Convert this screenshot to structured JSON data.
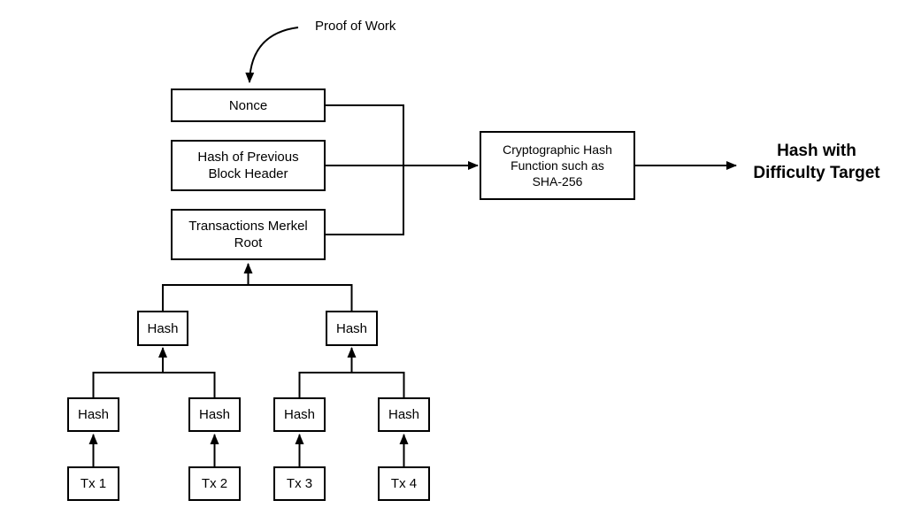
{
  "diagram": {
    "pow_label": "Proof of Work",
    "nonce": {
      "label": "Nonce"
    },
    "prev_hash": {
      "line1": "Hash of Previous",
      "line2": "Block Header"
    },
    "merkle_root": {
      "line1": "Transactions Merkel",
      "line2": "Root"
    },
    "hash_fn": {
      "line1": "Cryptographic Hash",
      "line2": "Function such as",
      "line3": "SHA-256"
    },
    "output": {
      "line1": "Hash with",
      "line2": "Difficulty Target"
    },
    "merkle": {
      "mid_hashes": [
        "Hash",
        "Hash"
      ],
      "leaf_hashes": [
        "Hash",
        "Hash",
        "Hash",
        "Hash"
      ],
      "transactions": [
        "Tx 1",
        "Tx 2",
        "Tx 3",
        "Tx 4"
      ]
    },
    "colors": {
      "line": "#000000",
      "background": "#ffffff",
      "text": "#000000"
    }
  }
}
